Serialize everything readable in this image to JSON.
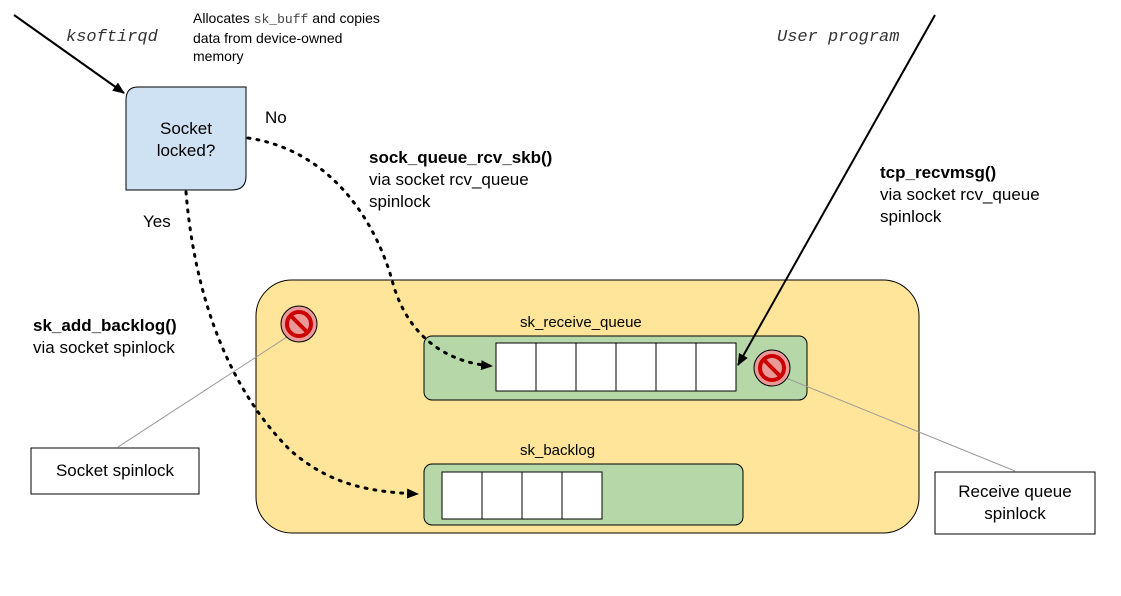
{
  "title": "",
  "sources": {
    "ksoftirqd": "ksoftirqd",
    "user_program": "User program"
  },
  "alloc_note": {
    "prefix": "Allocates ",
    "code": "sk_buff",
    "suffix": " and copies",
    "line2": "data from device-owned",
    "line3": "memory"
  },
  "decision": {
    "line1": "Socket",
    "line2": "locked?",
    "no_label": "No",
    "yes_label": "Yes"
  },
  "sock_queue": {
    "fn": "sock_queue_rcv_skb()",
    "line2": "via socket rcv_queue",
    "line3": "spinlock"
  },
  "tcp_recv": {
    "fn": "tcp_recvmsg()",
    "line2": "via socket rcv_queue",
    "line3": "spinlock"
  },
  "backlog_call": {
    "fn": "sk_add_backlog()",
    "line2": "via socket spinlock"
  },
  "queues": {
    "receive": {
      "label": "sk_receive_queue",
      "slots": 6
    },
    "backlog": {
      "label": "sk_backlog",
      "slots": 4
    }
  },
  "callouts": {
    "socket_spinlock": "Socket spinlock",
    "receive_spinlock_1": "Receive queue",
    "receive_spinlock_2": "spinlock"
  },
  "colors": {
    "decision_fill": "#cfe2f3",
    "socket_fill": "#ffe599",
    "queue_fill": "#b6d7a8",
    "lock_fill": "#ea9999",
    "lock_stroke": "#cc0000"
  }
}
